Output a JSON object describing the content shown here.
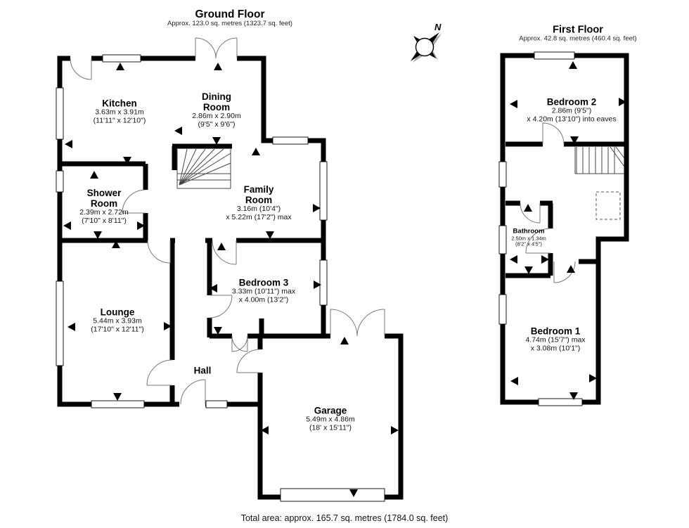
{
  "header": {
    "compass_label": "N"
  },
  "ground_floor": {
    "title": "Ground Floor",
    "subtitle": "Approx. 123.0 sq. metres (1323.7 sq. feet)",
    "rooms": {
      "kitchen": {
        "name": "Kitchen",
        "dims1": "3.63m x 3.91m",
        "dims2": "(11'11\" x 12'10\")"
      },
      "dining_room": {
        "name": "Dining Room",
        "dims1": "2.86m x 2.90m",
        "dims2": "(9'5\" x 9'6\")"
      },
      "shower_room": {
        "name": "Shower Room",
        "dims1": "2.39m x 2.72m",
        "dims2": "(7'10\" x 8'11\")"
      },
      "family_room": {
        "name": "Family Room",
        "dims1": "3.16m (10'4\")",
        "dims2": "x 5.22m (17'2\") max"
      },
      "bedroom_3": {
        "name": "Bedroom 3",
        "dims1": "3.33m (10'11\") max",
        "dims2": "x 4.00m (13'2\")"
      },
      "lounge": {
        "name": "Lounge",
        "dims1": "5.44m x 3.93m",
        "dims2": "(17'10\" x 12'11\")"
      },
      "hall": {
        "name": "Hall"
      },
      "garage": {
        "name": "Garage",
        "dims1": "5.49m x 4.86m",
        "dims2": "(18' x 15'11\")"
      }
    }
  },
  "first_floor": {
    "title": "First Floor",
    "subtitle": "Approx. 42.8 sq. metres (460.4 sq. feet)",
    "rooms": {
      "bedroom_2": {
        "name": "Bedroom 2",
        "dims1": "2.86m (9'5\")",
        "dims2": "x 4.20m (13'10\") into eaves"
      },
      "bathroom": {
        "name": "Bathroom",
        "dims1": "2.50m x 1.34m",
        "dims2": "(8'2\" x 4'5\")"
      },
      "bedroom_1": {
        "name": "Bedroom 1",
        "dims1": "4.74m (15'7\") max",
        "dims2": "x 3.08m (10'1\")"
      }
    }
  },
  "footer": {
    "total_area": "Total area: approx. 165.7 sq. metres (1784.0 sq. feet)"
  }
}
